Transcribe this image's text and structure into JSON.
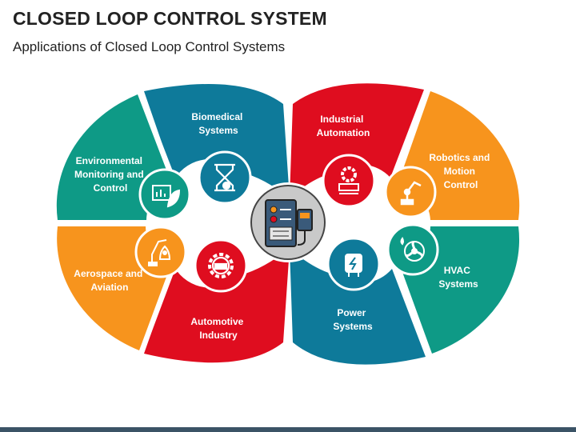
{
  "title": "CLOSED LOOP CONTROL SYSTEM",
  "subtitle": "Applications of Closed Loop Control Systems",
  "colors": {
    "teal": "#0e9a86",
    "blue": "#0e7a9a",
    "red": "#df0d1f",
    "orange": "#f7941d",
    "center_gray": "#c9c9c9",
    "bottom_bar": "#3b5366"
  },
  "segments": [
    {
      "id": "biomedical",
      "lines": [
        "Biomedical",
        "Systems"
      ],
      "icon": "hourglass-gear-icon"
    },
    {
      "id": "environmental",
      "lines": [
        "Environmental",
        "Monitoring and",
        "Control"
      ],
      "icon": "monitor-leaf-icon"
    },
    {
      "id": "aerospace",
      "lines": [
        "Aerospace and",
        "Aviation"
      ],
      "icon": "robotic-arm-rocket-icon"
    },
    {
      "id": "automotive",
      "lines": [
        "Automotive",
        "Industry"
      ],
      "icon": "gear-car-icon"
    },
    {
      "id": "industrial",
      "lines": [
        "Industrial",
        "Automation"
      ],
      "icon": "gear-conveyor-icon"
    },
    {
      "id": "robotics",
      "lines": [
        "Robotics and",
        "Motion",
        "Control"
      ],
      "icon": "robot-arm-icon"
    },
    {
      "id": "hvac",
      "lines": [
        "HVAC",
        "Systems"
      ],
      "icon": "fan-droplet-icon"
    },
    {
      "id": "power",
      "lines": [
        "Power",
        "Systems"
      ],
      "icon": "power-plug-icon"
    }
  ],
  "center": {
    "icon": "control-unit-icon"
  }
}
